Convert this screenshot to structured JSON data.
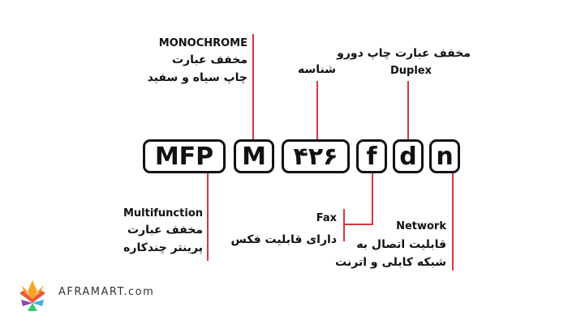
{
  "model": {
    "segments": [
      {
        "id": "mfp",
        "text": "MFP"
      },
      {
        "id": "m",
        "text": "M"
      },
      {
        "id": "num",
        "text": "۴۲۶"
      },
      {
        "id": "f",
        "text": "f"
      },
      {
        "id": "d",
        "text": "d"
      },
      {
        "id": "n",
        "text": "n"
      }
    ]
  },
  "labels": {
    "monochrome": {
      "en": "MONOCHROME",
      "fa1": "مخفف عبارت",
      "fa2": "چاپ سیاه و سفید"
    },
    "id": {
      "fa1": "شناسه"
    },
    "duplex": {
      "fa1": "مخفف عبارت چاپ دورو",
      "en": "Duplex"
    },
    "multifunction": {
      "en": "Multifunction",
      "fa1": "مخفف عبارت",
      "fa2": "پرینتر چندکاره"
    },
    "fax": {
      "en": "Fax",
      "fa1": "دارای قابلیت فکس"
    },
    "network": {
      "en": "Network",
      "fa1": "قابلیت اتصال به",
      "fa2": "شبکه کابلی و اترنت"
    }
  },
  "brand": {
    "name": "AFRAMART.com"
  },
  "colors": {
    "line": "#d7363c",
    "box_border": "#111111",
    "text": "#111111"
  }
}
